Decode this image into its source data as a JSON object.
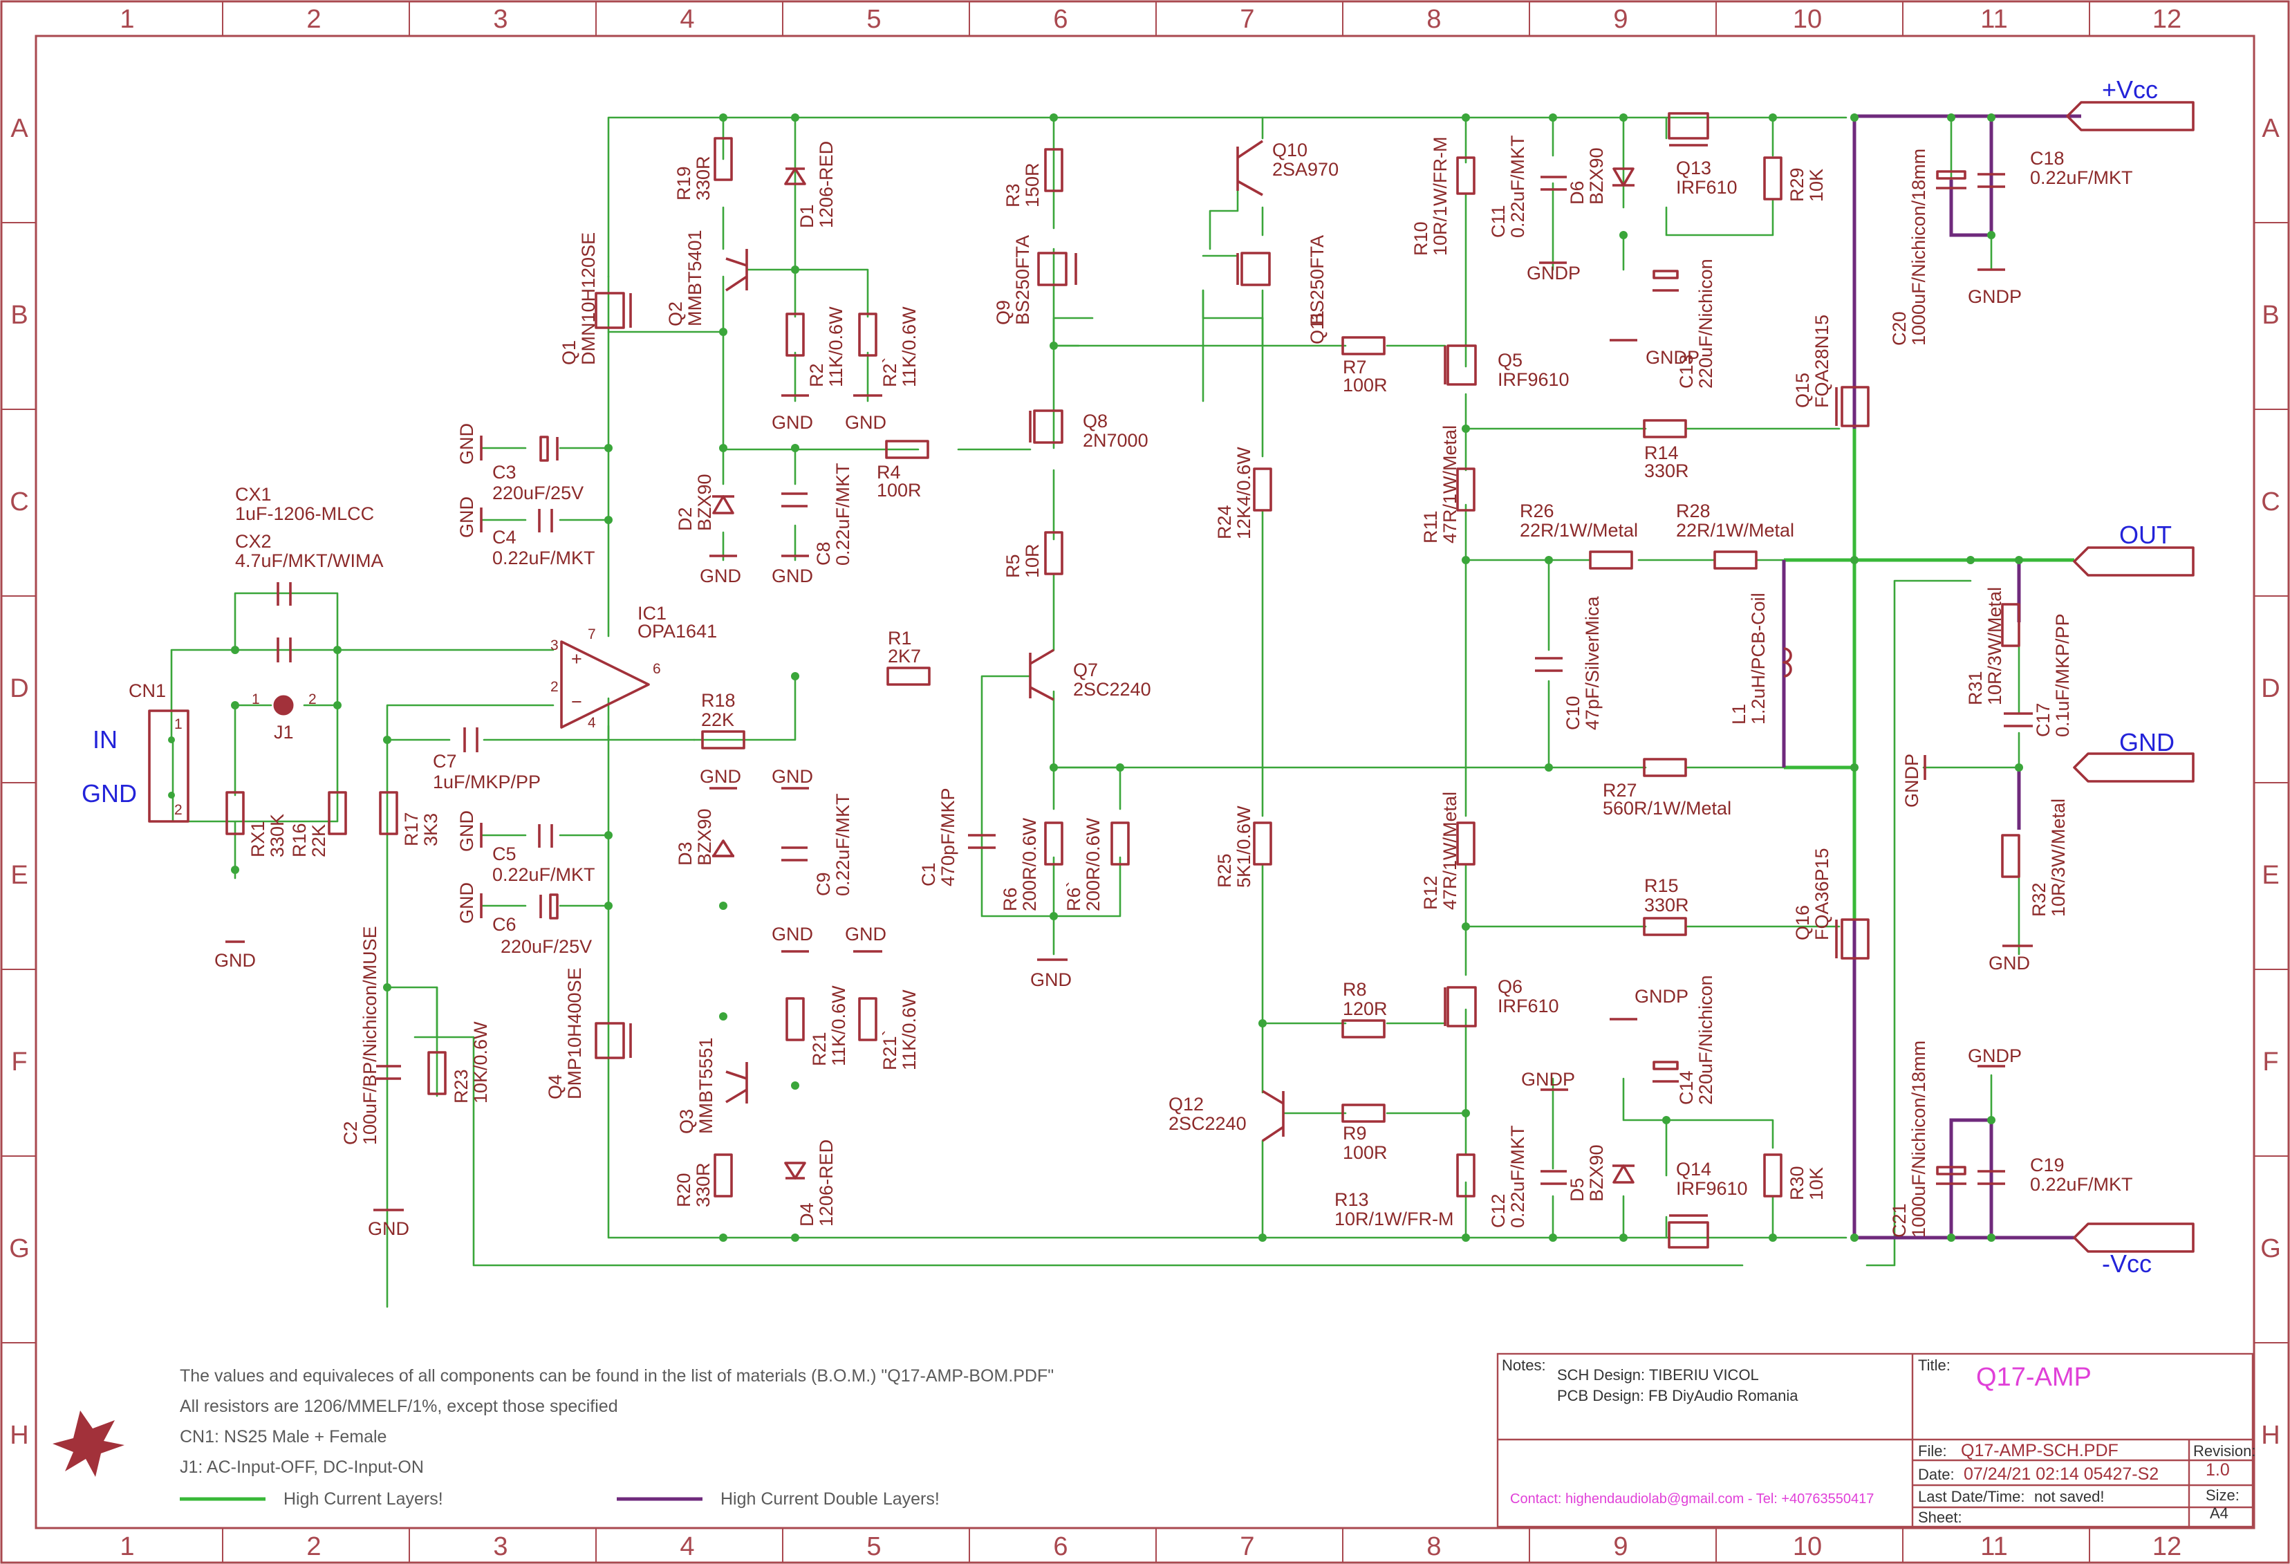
{
  "frame": {
    "columns": [
      "1",
      "2",
      "3",
      "4",
      "5",
      "6",
      "7",
      "8",
      "9",
      "10",
      "11",
      "12"
    ],
    "rows": [
      "A",
      "B",
      "C",
      "D",
      "E",
      "F",
      "G",
      "H"
    ]
  },
  "ports": {
    "vcc_pos": "+Vcc",
    "vcc_neg": "-Vcc",
    "out": "OUT",
    "gnd": "GND",
    "in": "IN",
    "in_gnd": "GND"
  },
  "components": {
    "CN1": {
      "ref": "CN1"
    },
    "CX1": {
      "ref": "CX1",
      "value": "1uF-1206-MLCC"
    },
    "CX2": {
      "ref": "CX2",
      "value": "4.7uF/MKT/WIMA"
    },
    "J1": {
      "ref": "J1"
    },
    "RX1": {
      "ref": "RX1",
      "value": "330K"
    },
    "R16": {
      "ref": "R16",
      "value": "22K"
    },
    "R17": {
      "ref": "R17",
      "value": "3K3"
    },
    "C7": {
      "ref": "C7",
      "value": "1uF/MKP/PP"
    },
    "C2": {
      "ref": "C2",
      "value": "100uF/BP/Nichicon/MUSE"
    },
    "R23": {
      "ref": "R23",
      "value": "10K/0.6W"
    },
    "C3": {
      "ref": "C3",
      "value": "220uF/25V"
    },
    "C4": {
      "ref": "C4",
      "value": "0.22uF/MKT"
    },
    "C5": {
      "ref": "C5",
      "value": "0.22uF/MKT"
    },
    "C6": {
      "ref": "C6",
      "value": "220uF/25V"
    },
    "IC1": {
      "ref": "IC1",
      "value": "OPA1641"
    },
    "R18": {
      "ref": "R18",
      "value": "22K"
    },
    "Q1": {
      "ref": "Q1",
      "value": "DMN10H120SE"
    },
    "Q4": {
      "ref": "Q4",
      "value": "DMP10H400SE"
    },
    "R19": {
      "ref": "R19",
      "value": "330R"
    },
    "Q2": {
      "ref": "Q2",
      "value": "MMBT5401"
    },
    "D1": {
      "ref": "D1",
      "value": "1206-RED"
    },
    "R2": {
      "ref": "R2",
      "value": "11K/0.6W"
    },
    "R2b": {
      "ref": "R2`",
      "value": "11K/0.6W"
    },
    "D2": {
      "ref": "D2",
      "value": "BZX90"
    },
    "C8": {
      "ref": "C8",
      "value": "0.22uF/MKT"
    },
    "R4": {
      "ref": "R4",
      "value": "100R"
    },
    "D3": {
      "ref": "D3",
      "value": "BZX90"
    },
    "C9": {
      "ref": "C9",
      "value": "0.22uF/MKT"
    },
    "Q3": {
      "ref": "Q3",
      "value": "MMBT5551"
    },
    "R21": {
      "ref": "R21",
      "value": "11K/0.6W"
    },
    "R21b": {
      "ref": "R21`",
      "value": "11K/0.6W"
    },
    "R20": {
      "ref": "R20",
      "value": "330R"
    },
    "D4": {
      "ref": "D4",
      "value": "1206-RED"
    },
    "R3": {
      "ref": "R3",
      "value": "150R"
    },
    "Q9": {
      "ref": "Q9",
      "value": "BS250FTA"
    },
    "Q8": {
      "ref": "Q8",
      "value": "2N7000"
    },
    "R5": {
      "ref": "R5",
      "value": "10R"
    },
    "R1": {
      "ref": "R1",
      "value": "2K7"
    },
    "Q7": {
      "ref": "Q7",
      "value": "2SC2240"
    },
    "C1": {
      "ref": "C1",
      "value": "470pF/MKP"
    },
    "R6": {
      "ref": "R6",
      "value": "200R/0.6W"
    },
    "R6b": {
      "ref": "R6`",
      "value": "200R/0.6W"
    },
    "Q10": {
      "ref": "Q10",
      "value": "2SA970"
    },
    "Q11": {
      "ref": "Q11",
      "value": "BS250FTA"
    },
    "R24": {
      "ref": "R24",
      "value": "12K4/0.6W"
    },
    "R25": {
      "ref": "R25",
      "value": "5K1/0.6W"
    },
    "Q12": {
      "ref": "Q12",
      "value": "2SC2240"
    },
    "R7": {
      "ref": "R7",
      "value": "100R"
    },
    "R8": {
      "ref": "R8",
      "value": "120R"
    },
    "R9": {
      "ref": "R9",
      "value": "100R"
    },
    "R10": {
      "ref": "R10",
      "value": "10R/1W/FR-M"
    },
    "R13": {
      "ref": "R13",
      "value": "10R/1W/FR-M"
    },
    "Q5": {
      "ref": "Q5",
      "value": "IRF9610"
    },
    "Q6": {
      "ref": "Q6",
      "value": "IRF610"
    },
    "R11": {
      "ref": "R11",
      "value": "47R/1W/Metal"
    },
    "R12": {
      "ref": "R12",
      "value": "47R/1W/Metal"
    },
    "R14": {
      "ref": "R14",
      "value": "330R"
    },
    "R15": {
      "ref": "R15",
      "value": "330R"
    },
    "R26": {
      "ref": "R26",
      "value": "22R/1W/Metal"
    },
    "R28": {
      "ref": "R28",
      "value": "22R/1W/Metal"
    },
    "C10": {
      "ref": "C10",
      "value": "47pF/SilverMica"
    },
    "L1": {
      "ref": "L1",
      "value": "1.2uH/PCB-Coil"
    },
    "R27": {
      "ref": "R27",
      "value": "560R/1W/Metal"
    },
    "C11": {
      "ref": "C11",
      "value": "0.22uF/MKT"
    },
    "C12": {
      "ref": "C12",
      "value": "0.22uF/MKT"
    },
    "D6": {
      "ref": "D6",
      "value": "BZX90"
    },
    "D5": {
      "ref": "D5",
      "value": "BZX90"
    },
    "Q13": {
      "ref": "Q13",
      "value": "IRF610"
    },
    "Q14": {
      "ref": "Q14",
      "value": "IRF9610"
    },
    "C13": {
      "ref": "C13",
      "value": "220uF/Nichicon"
    },
    "C14": {
      "ref": "C14",
      "value": "220uF/Nichicon"
    },
    "R29": {
      "ref": "R29",
      "value": "10K"
    },
    "R30": {
      "ref": "R30",
      "value": "10K"
    },
    "Q15": {
      "ref": "Q15",
      "value": "FQA28N15"
    },
    "Q16": {
      "ref": "Q16",
      "value": "FQA36P15"
    },
    "C20": {
      "ref": "C20",
      "value": "1000uF/Nichicon/18mm"
    },
    "C21": {
      "ref": "C21",
      "value": "1000uF/Nichicon/18mm"
    },
    "C18": {
      "ref": "C18",
      "value": "0.22uF/MKT"
    },
    "C19": {
      "ref": "C19",
      "value": "0.22uF/MKT"
    },
    "R31": {
      "ref": "R31",
      "value": "10R/3W/Metal"
    },
    "C17": {
      "ref": "C17",
      "value": "0.1uF/MKP/PP"
    },
    "R32": {
      "ref": "R32",
      "value": "10R/3W/Metal"
    }
  },
  "net_labels": {
    "gnd": "GND",
    "gndp": "GNDP"
  },
  "pins": {
    "ic_plus": "3",
    "ic_minus": "2",
    "ic_out": "6",
    "ic_vp": "7",
    "ic_vn": "4",
    "j1_a": "1",
    "j1_b": "2",
    "cn_a": "1",
    "cn_b": "2"
  },
  "notes": {
    "line1": "The values and equivaleces of all components can be found in the list of materials (B.O.M.) \"Q17-AMP-BOM.PDF\"",
    "line2": "All resistors are 1206/MMELF/1%, except those specified",
    "line3": "CN1: NS25 Male + Female",
    "line4": "J1: AC-Input-OFF, DC-Input-ON",
    "legend_green": "High Current Layers!",
    "legend_purple": "High Current Double Layers!"
  },
  "title_block": {
    "notes_label": "Notes:",
    "sch_design": "SCH Design: TIBERIU VICOL",
    "pcb_design": "PCB Design: FB DiyAudio Romania",
    "contact": "Contact: highendaudiolab@gmail.com - Tel: +40763550417",
    "title_label": "Title:",
    "title": "Q17-AMP",
    "file_label": "File:",
    "file": "Q17-AMP-SCH.PDF",
    "revision_label": "Revision:",
    "revision": "1.0",
    "date_label": "Date:",
    "date": "07/24/21 02:14 05427-S2",
    "last_label": "Last Date/Time:",
    "last": "not saved!",
    "size_label": "Size:",
    "size": "A4",
    "sheet_label": "Sheet:"
  },
  "colors": {
    "frame": "#a9484f",
    "symbol": "#a2313a",
    "wire": "#3aa63a",
    "high_current": "#38b838",
    "double_layer": "#6f2a7c",
    "port_label": "#2323d9",
    "title": "#e040d8"
  },
  "icons": {
    "logo": "eagle-logo-icon"
  }
}
